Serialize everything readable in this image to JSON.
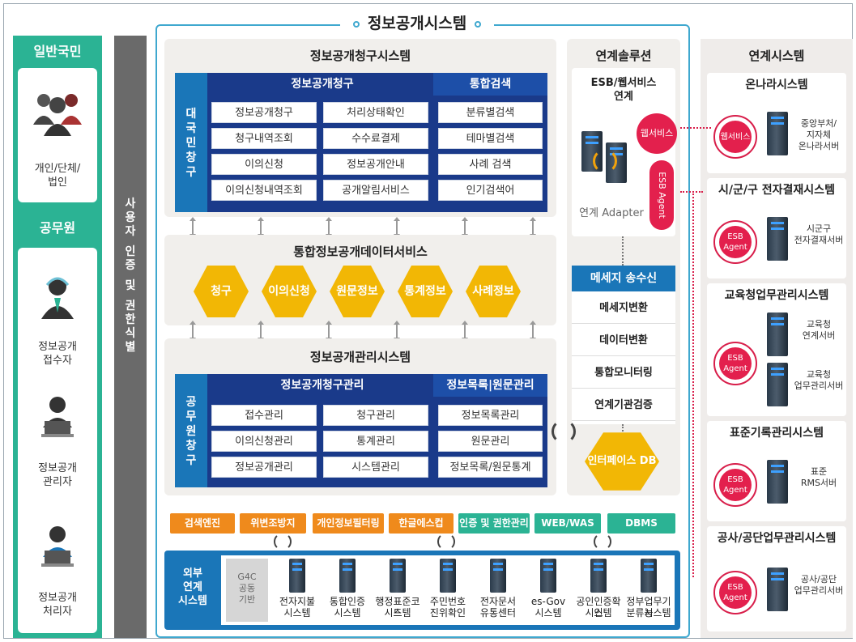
{
  "title": "정보공개시스템",
  "left": {
    "public_header": "일반국민",
    "public_label": [
      "개인/단체/",
      "법인"
    ],
    "official_header": "공무원",
    "roles": [
      [
        "정보공개",
        "접수자"
      ],
      [
        "정보공개",
        "관리자"
      ],
      [
        "정보공개",
        "처리자"
      ]
    ]
  },
  "auth_bar": [
    "사",
    "용",
    "자",
    "",
    "인",
    "증",
    "",
    "및",
    "",
    "권",
    "한",
    "식",
    "별"
  ],
  "request_system": {
    "title": "정보공개청구시스템",
    "side_tab": [
      "대",
      "국",
      "민",
      "창",
      "구"
    ],
    "section_a": "정보공개청구",
    "section_b": "통합검색",
    "buttons_a": [
      [
        "정보공개청구",
        "처리상태확인"
      ],
      [
        "청구내역조회",
        "수수료결제"
      ],
      [
        "이의신청",
        "정보공개안내"
      ],
      [
        "이의신청내역조회",
        "공개알림서비스"
      ]
    ],
    "buttons_b": [
      "분류별검색",
      "테마별검색",
      "사례 검색",
      "인기검색어"
    ]
  },
  "data_service": {
    "title": "통합정보공개데이터서비스",
    "hexes": [
      "청구",
      "이의신청",
      "원문정보",
      "통계정보",
      "사례정보"
    ]
  },
  "mgmt_system": {
    "title": "정보공개관리시스템",
    "side_tab": [
      "공",
      "무",
      "원",
      "창",
      "구"
    ],
    "section_a": "정보공개청구관리",
    "section_b": "정보목록|원문관리",
    "buttons_a": [
      [
        "접수관리",
        "청구관리"
      ],
      [
        "이의신청관리",
        "통계관리"
      ],
      [
        "정보공개관리",
        "시스템관리"
      ]
    ],
    "buttons_b": [
      "정보목록관리",
      "원문관리",
      "정보목록/원문통계"
    ]
  },
  "linkage": {
    "title": "연계솔루션",
    "esb_label": [
      "ESB/웹서비스",
      "연계"
    ],
    "adapter": "연계 Adapter",
    "webservice": "웹서비스",
    "esb_agent": "ESB Agent",
    "msg_header": "메세지 송수신",
    "msg_items": [
      "메세지변환",
      "데이터변환",
      "통합모니터링",
      "연계기관검증"
    ],
    "interface_db": "인터페이스 DB"
  },
  "tags": [
    {
      "label": "검색엔진",
      "color": "#ef8a1c"
    },
    {
      "label": "위변조방지",
      "color": "#ef8a1c"
    },
    {
      "label": "개인정보필터링",
      "color": "#ef8a1c"
    },
    {
      "label": "한글에스컵",
      "color": "#ef8a1c"
    },
    {
      "label": "인증 및 권한관리",
      "color": "#2bb394"
    },
    {
      "label": "WEB/WAS",
      "color": "#2bb394"
    },
    {
      "label": "DBMS",
      "color": "#2bb394"
    }
  ],
  "external": {
    "label": [
      "외부",
      "연계",
      "시스템"
    ],
    "g4c": [
      "G4C",
      "공동",
      "기반"
    ],
    "systems": [
      [
        "전자지불",
        "시스템"
      ],
      [
        "통합인증",
        "시스템"
      ],
      [
        "행정표준코드",
        "시스템"
      ],
      [
        "주민번호",
        "진위확인"
      ],
      [
        "전자문서",
        "유통센터"
      ],
      [
        "es-Gov",
        "시스템"
      ],
      [
        "공인인증확인",
        "시스템"
      ],
      [
        "정부업무기능",
        "분류시스템"
      ]
    ]
  },
  "right": {
    "title": "연계시스템",
    "cards": [
      {
        "title": "온나라시스템",
        "badge": [
          "웹서비스"
        ],
        "servers": [
          [
            "중앙부처/",
            "지자체",
            "온나라서버"
          ]
        ]
      },
      {
        "title": "시/군/구 전자결재시스템",
        "badge": [
          "ESB",
          "Agent"
        ],
        "servers": [
          [
            "시군구",
            "전자결재서버"
          ]
        ]
      },
      {
        "title": "교육청업무관리시스템",
        "badge": [
          "ESB",
          "Agent"
        ],
        "servers": [
          [
            "교육청",
            "연계서버"
          ],
          [
            "교육청",
            "업무관리서버"
          ]
        ]
      },
      {
        "title": "표준기록관리시스템",
        "badge": [
          "ESB",
          "Agent"
        ],
        "servers": [
          [
            "표준",
            "RMS서버"
          ]
        ]
      },
      {
        "title": "공사/공단업무관리시스템",
        "badge": [
          "ESB",
          "Agent"
        ],
        "servers": [
          [
            "공사/공단",
            "업무관리서버"
          ]
        ]
      }
    ]
  },
  "colors": {
    "teal": "#2bb394",
    "navy": "#1a3a8a",
    "blue": "#1a76b8",
    "hex": "#f2b705",
    "orange": "#ef8a1c",
    "red": "#e3204d",
    "border_blue": "#3fa8cf"
  }
}
